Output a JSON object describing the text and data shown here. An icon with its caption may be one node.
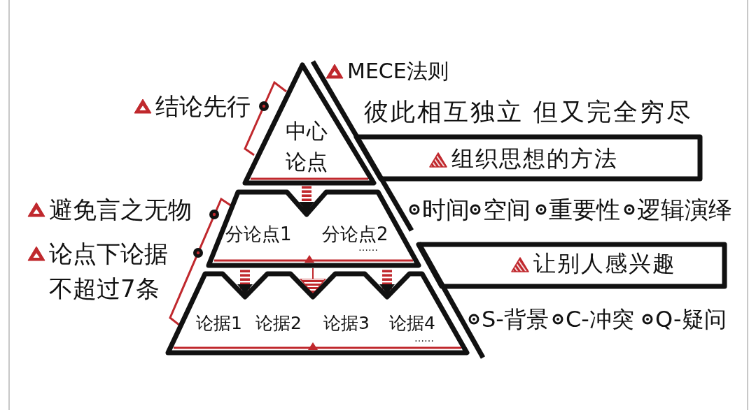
{
  "diagram": {
    "nodes": [
      {
        "text": [
          "中心论点"
        ]
      },
      {
        "text": [
          "分论点1",
          "分论点2",
          "……"
        ]
      },
      {
        "text": [
          "论据1",
          "论据2",
          "论据3",
          "论据4",
          "……"
        ]
      },
      {
        "text": [
          "组织思想的方法"
        ]
      },
      {
        "text": [
          "让别人感兴趣"
        ]
      }
    ],
    "edges": [
      {
        "from": 0,
        "to": 1,
        "arrow": "to"
      },
      {
        "from": 1,
        "to": 2,
        "arrow": "to"
      },
      {
        "from": 1,
        "to": 2,
        "arrow": "to"
      },
      {
        "from": 1,
        "to": 2,
        "arrow": "to"
      }
    ],
    "labels": [
      "结论先行",
      "MECE法则",
      "彼此相互独立 但又完全穷尽",
      "避免言之无物",
      "时间",
      "空间",
      "重要性",
      "逻辑演绎",
      "论点下论据不超过7条",
      "S-背景",
      "C-冲突",
      "Q-疑问"
    ]
  }
}
